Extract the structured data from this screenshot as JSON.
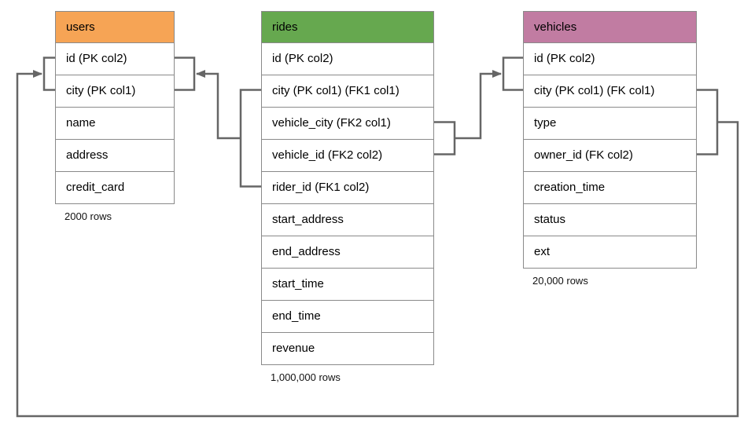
{
  "canvas": {
    "background_color": "#ffffff",
    "connector_color": "#666666",
    "table_border_color": "#8a8a8a"
  },
  "tables": [
    {
      "title": "users",
      "header_color": "#F6A455",
      "columns": [
        "id (PK col2)",
        "city (PK col1)",
        "name",
        "address",
        "credit_card"
      ],
      "caption": "2000 rows"
    },
    {
      "title": "rides",
      "header_color": "#66A84F",
      "columns": [
        "id (PK col2)",
        "city (PK col1) (FK1 col1)",
        "vehicle_city (FK2 col1)",
        "vehicle_id (FK2 col2)",
        "rider_id (FK1 col2)",
        "start_address",
        "end_address",
        "start_time",
        "end_time",
        "revenue"
      ],
      "caption": "1,000,000 rows"
    },
    {
      "title": "vehicles",
      "header_color": "#C17CA2",
      "columns": [
        "id (PK col2)",
        "city (PK col1) (FK col1)",
        "type",
        "owner_id (FK col2)",
        "creation_time",
        "status",
        "ext"
      ],
      "caption": "20,000 rows"
    }
  ],
  "relationships": [
    {
      "name": "FK1",
      "from": "rides (city, rider_id)",
      "to": "users (city, id)"
    },
    {
      "name": "FK2",
      "from": "rides (vehicle_city, vehicle_id)",
      "to": "vehicles (city, id)"
    },
    {
      "name": "FK",
      "from": "vehicles (city, owner_id)",
      "to": "users (city, id)"
    }
  ]
}
